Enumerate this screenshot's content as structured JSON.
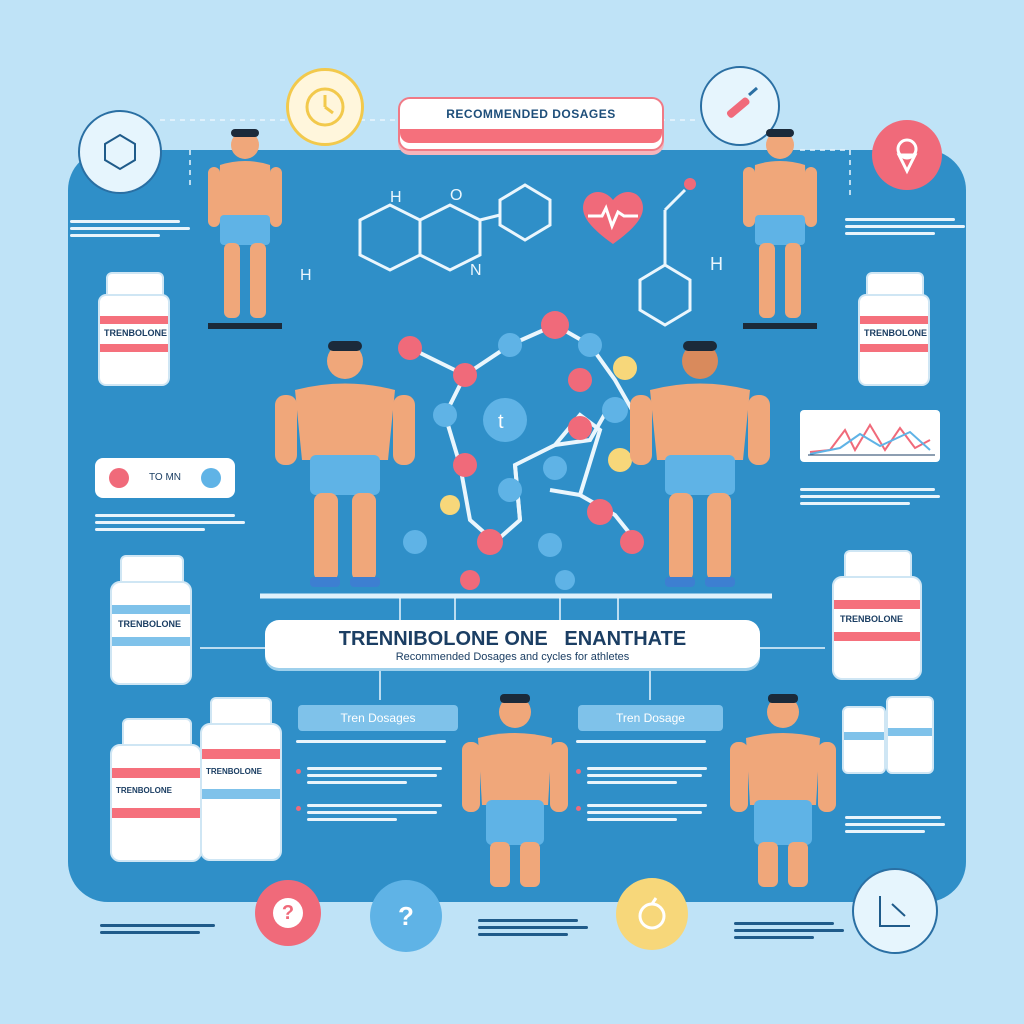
{
  "top_banner": "RECOMMENDED DOSAGES",
  "title": "TRENNIBOLONE ONE   ENANTHATE",
  "subtitle": "Recommended Dosages and cycles for athletes",
  "dose_labels": [
    "Tren Dosages",
    "Tren Dosage"
  ],
  "bottle_labels": [
    "TRENBOLONE",
    "TRENBOLONE",
    "TRENBOLONE",
    "TRENBOLONE",
    "TRENBOLONE",
    "TRENBOLONE"
  ],
  "molecule_center": "t",
  "ratio_box": "TO MN",
  "icons": [
    "clock-icon",
    "syringe-icon",
    "heart-icon",
    "question-icon",
    "ice-cream-icon",
    "molecule-icon"
  ],
  "colors": {
    "background": "#bfe3f7",
    "panel": "#2f8fc8",
    "pink": "#f06a7a",
    "blue": "#5fb3e6",
    "yellow": "#f7d77a"
  }
}
